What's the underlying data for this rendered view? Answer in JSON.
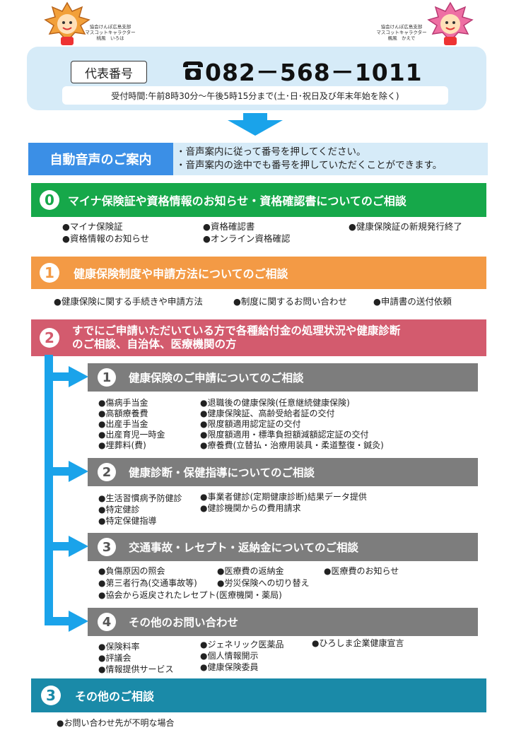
{
  "mascots": {
    "left": {
      "line1": "協会けんぽ広島支部",
      "line2": "マスコットキャラクター",
      "line3": "桃風　いろは"
    },
    "right": {
      "line1": "協会けんぽ広島支部",
      "line2": "マスコットキャラクター",
      "line3": "楓風　かえで"
    }
  },
  "phone": {
    "label": "代表番号",
    "number": "082－568－1011",
    "hours": "受付時間:午前8時30分～午後5時15分まで(土･日･祝日及び年末年始を除く)"
  },
  "auto_voice": {
    "label": "自動音声のご案内",
    "lines": [
      "・音声案内に従って番号を押してください。",
      "・音声案内の途中でも番号を押していただくことができます。"
    ]
  },
  "colors": {
    "green": "#16a84a",
    "orange": "#f39a45",
    "red": "#d35b6e",
    "gray": "#7d7d7d",
    "teal": "#1a8aa8",
    "blue": "#3b8fe6",
    "connector": "#1aa3ea"
  },
  "sections": [
    {
      "num": "0",
      "title": "マイナ保険証や資格情報のお知らせ・資格確認書についてのご相談",
      "items": [
        "●マイナ保険証",
        "●資格情報のお知らせ",
        "●資格確認書",
        "●オンライン資格確認",
        "●健康保険証の新規発行終了"
      ]
    },
    {
      "num": "1",
      "title": "健康保険制度や申請方法についてのご相談",
      "items": [
        "●健康保険に関する手続きや申請方法",
        "●制度に関するお問い合わせ",
        "●申請書の送付依頼"
      ]
    },
    {
      "num": "2",
      "title_line1": "すでにご申請いただいている方で各種給付金の処理状況や健康診断",
      "title_line2": "のご相談、自治体、医療機関の方",
      "subs": [
        {
          "num": "1",
          "title": "健康保険のご申請についてのご相談",
          "items": [
            "●傷病手当金",
            "●高額療養費",
            "●出産手当金",
            "●出産育児一時金",
            "●埋葬料(費)",
            "●退職後の健康保険(任意継続健康保険)",
            "●健康保険証、高齢受給者証の交付",
            "●限度額適用認定証の交付",
            "●限度額適用・標準負担額減額認定証の交付",
            "●療養費(立替払・治療用装具・柔道整復・鍼灸)"
          ]
        },
        {
          "num": "2",
          "title": "健康診断・保健指導についてのご相談",
          "items": [
            "●生活習慣病予防健診",
            "●特定健診",
            "●特定保健指導",
            "●事業者健診(定期健康診断)結果データ提供",
            "●健診機関からの費用請求"
          ]
        },
        {
          "num": "3",
          "title": "交通事故・レセプト・返納金についてのご相談",
          "items": [
            "●負傷原因の照会",
            "●医療費の返納金",
            "●医療費のお知らせ",
            "●第三者行為(交通事故等)",
            "●労災保険への切り替え",
            "●協会から返戻されたレセプト(医療機関・薬局)"
          ]
        },
        {
          "num": "4",
          "title": "その他のお問い合わせ",
          "items": [
            "●保険料率",
            "●評議会",
            "●情報提供サービス",
            "●ジェネリック医薬品",
            "●個人情報開示",
            "●健康保険委員",
            "●ひろしま企業健康宣言"
          ]
        }
      ]
    },
    {
      "num": "3",
      "title": "その他のご相談",
      "items": [
        "●お問い合わせ先が不明な場合"
      ]
    }
  ]
}
